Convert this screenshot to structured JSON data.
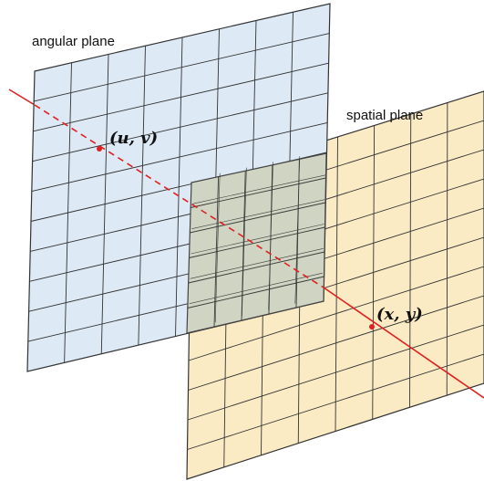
{
  "angular_plane": {
    "label": "angular plane",
    "fill": "#dde9f5",
    "grid_divisions": [
      8,
      10
    ]
  },
  "spatial_plane": {
    "label": "spatial plane",
    "fill": "#fbebc5",
    "grid_divisions": [
      8,
      10
    ]
  },
  "overlap_fill": "#cfd5c2",
  "ray": {
    "color": "#e02020",
    "point_uv_label": "(u, v)",
    "point_xy_label": "(x, y)"
  }
}
